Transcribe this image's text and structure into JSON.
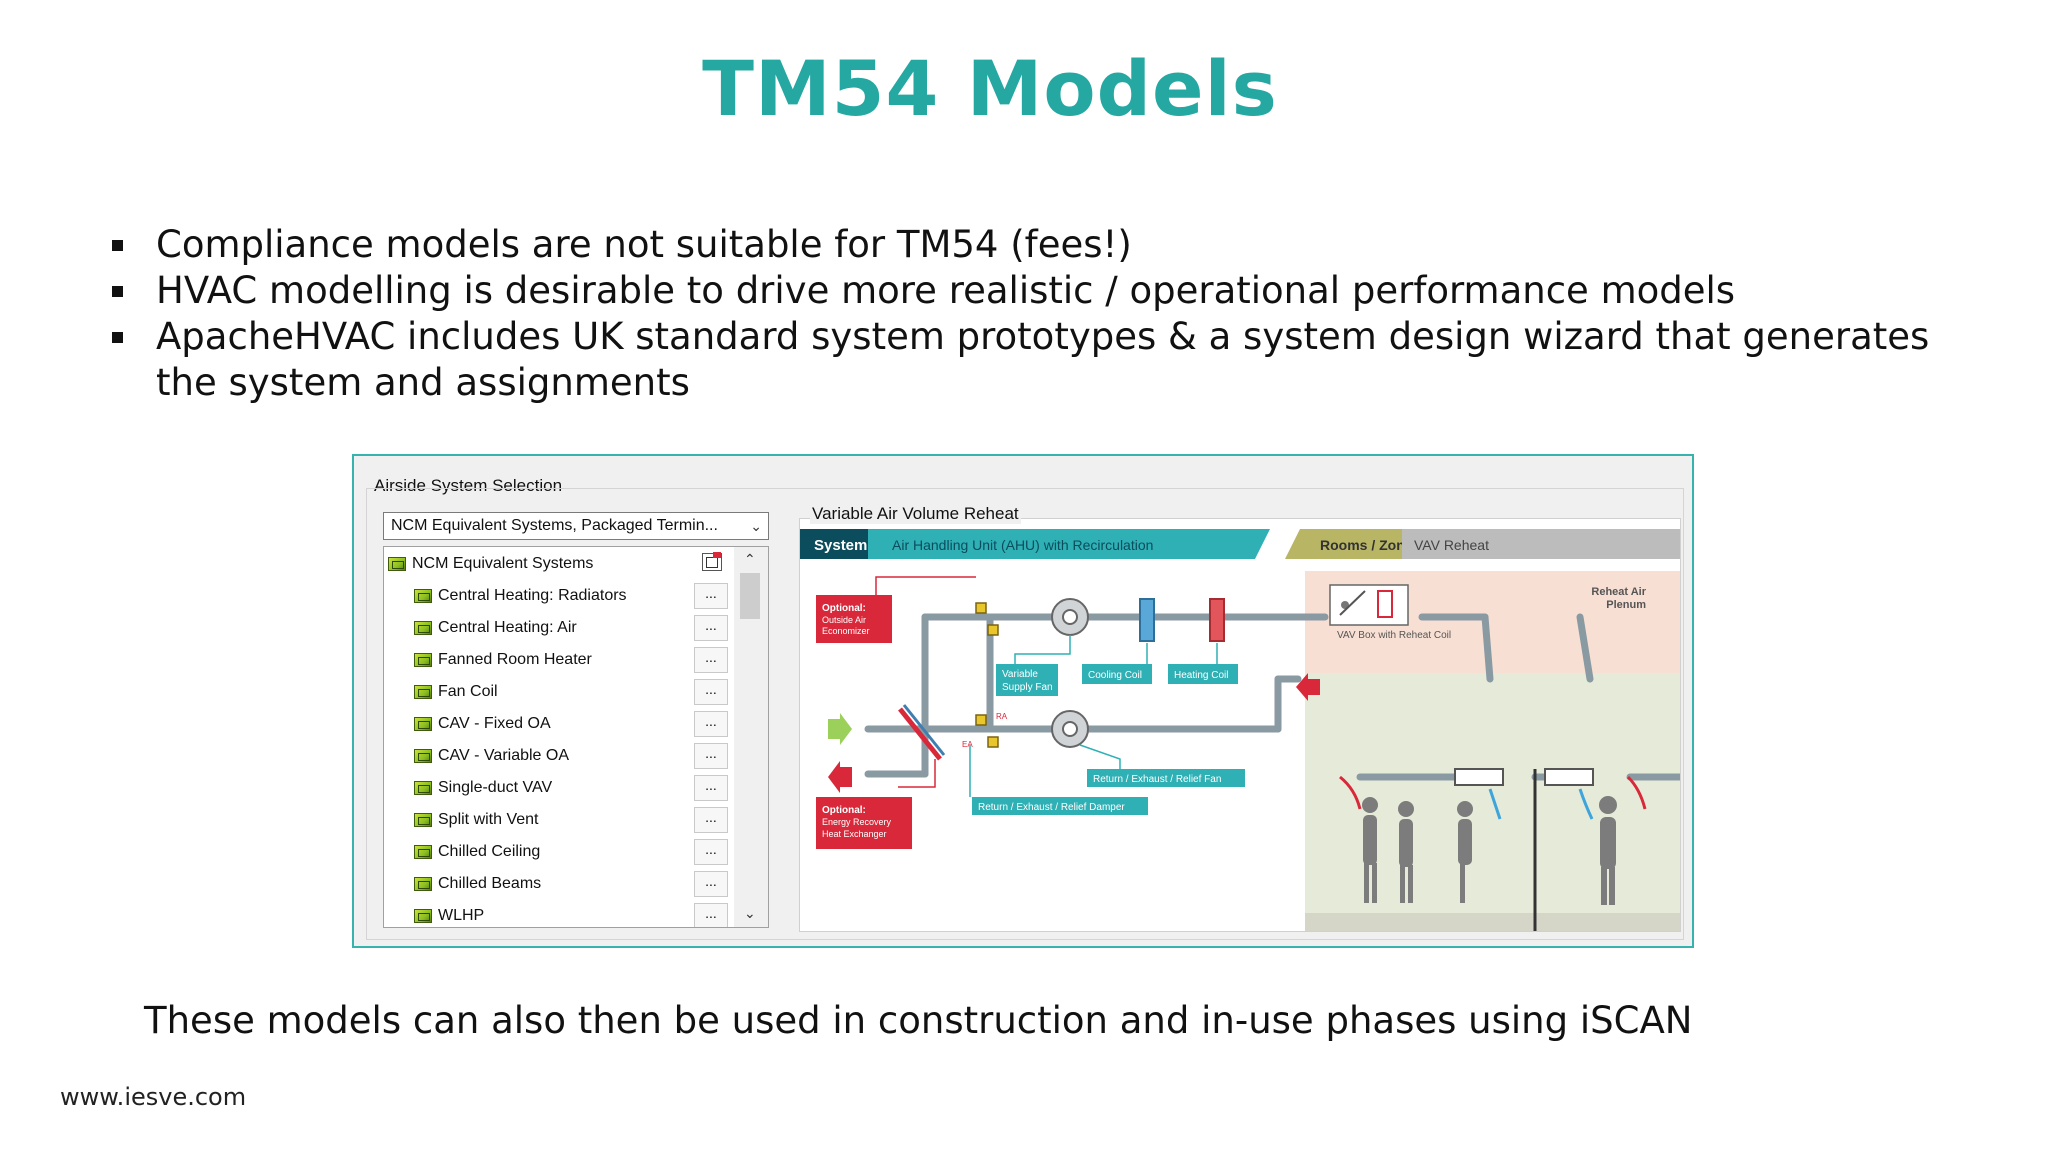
{
  "slide": {
    "title": "TM54 Models",
    "bullets": [
      "Compliance models are not suitable for TM54 (fees!)",
      "HVAC modelling is desirable to drive more realistic / operational performance models",
      "ApacheHVAC includes UK standard system prototypes & a system design wizard that generates the system and assignments"
    ],
    "closing": "These models can also then be used in construction and in-use phases using iSCAN",
    "footer": "www.iesve.com"
  },
  "screenshot": {
    "group_title": "Airside System Selection",
    "dropdown_value": "NCM Equivalent Systems, Packaged Termin...",
    "tree_root": "NCM Equivalent Systems",
    "tree_items": [
      "Central Heating: Radiators",
      "Central Heating: Air",
      "Fanned Room Heater",
      "Fan Coil",
      "CAV - Fixed OA",
      "CAV - Variable OA",
      "Single-duct VAV",
      "Split with Vent",
      "Chilled Ceiling",
      "Chilled Beams",
      "WLHP"
    ],
    "more_button": "...",
    "diagram_title": "Variable Air Volume Reheat",
    "header": {
      "system": "System",
      "ahu": "Air Handling Unit (AHU) with Recirculation",
      "rooms": "Rooms / Zones",
      "vav": "VAV Reheat"
    },
    "labels": {
      "economizer": [
        "Optional:",
        "Outside Air",
        "Economizer"
      ],
      "heat_exchanger": [
        "Optional:",
        "Energy Recovery",
        "Heat Exchanger"
      ],
      "supply_fan": [
        "Variable",
        "Supply Fan"
      ],
      "cooling_coil": "Cooling Coil",
      "heating_coil": "Heating Coil",
      "return_fan": "Return / Exhaust / Relief Fan",
      "return_damper": "Return / Exhaust / Relief Damper",
      "vav_box": "VAV Box with Reheat Coil",
      "plenum": [
        "Reheat Air",
        "Plenum"
      ],
      "ra": "RA",
      "ea": "EA"
    },
    "colors": {
      "teal": "#26a8a2",
      "header_teal": "#2fb0b5",
      "header_dark": "#0b4d5c",
      "optional_red": "#d9283a",
      "room_pink": "#f8dfd3",
      "room_green": "#e5ebd8"
    }
  }
}
